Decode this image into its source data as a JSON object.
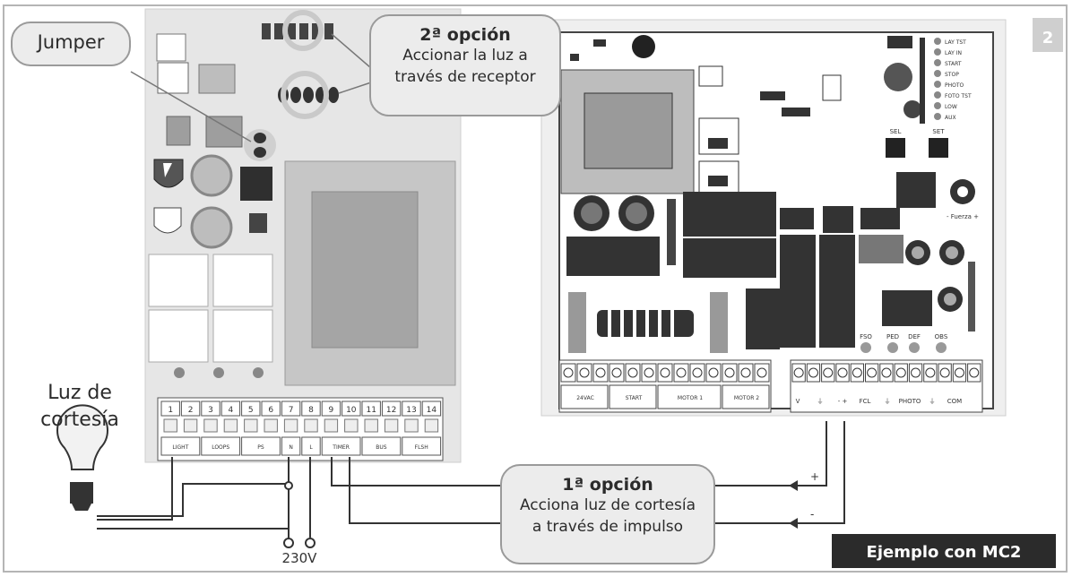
{
  "figure_number": "2",
  "callouts": {
    "jumper": "Jumper",
    "option2_title": "2ª opción",
    "option2_line1": "Accionar la luz a",
    "option2_line2": "través de receptor",
    "option1_title": "1ª opción",
    "option1_line1": "Acciona luz de cortesía",
    "option1_line2": "a través de impulso"
  },
  "labels": {
    "courtesy_light_line1": "Luz de",
    "courtesy_light_line2": "cortesía",
    "mains_voltage": "230V",
    "plus": "+",
    "minus": "-",
    "example_banner": "Ejemplo con MC2"
  },
  "left_board": {
    "terminal_numbers": [
      "1",
      "2",
      "3",
      "4",
      "5",
      "6",
      "7",
      "8",
      "9",
      "10",
      "11",
      "12",
      "13",
      "14"
    ],
    "terminal_groups": [
      "LIGHT",
      "LOOPS",
      "PS",
      "N",
      "L",
      "TIMER",
      "BUS",
      "FLSH"
    ]
  },
  "right_board": {
    "button_labels": [
      "SEL",
      "SET"
    ],
    "trimmer_label": "- Fuerza +",
    "led_labels": [
      "FSO",
      "PED",
      "DEF",
      "OBS"
    ],
    "led_list": [
      "LAY TST",
      "LAY IN",
      "START",
      "STOP",
      "PHOTO",
      "FOTO TST",
      "LOW",
      "AUX"
    ],
    "terminal_left_labels": [
      "24VAC",
      "START",
      "MOTOR 1",
      "MOTOR 2"
    ],
    "terminal_right_labels": [
      "V",
      "⏚",
      "- +",
      "FCL",
      "⏚",
      "PHOTO",
      "⏚",
      "COM"
    ]
  },
  "colors": {
    "board_left": "#e6e6e6",
    "pcb": "#ffffff",
    "component_dark": "#3a3a3a",
    "wire": "#333333",
    "callout_fill": "#ececec",
    "banner_bg": "#2b2b2b",
    "banner_text": "#ffffff",
    "figure_tab": "#cfcfcf"
  }
}
